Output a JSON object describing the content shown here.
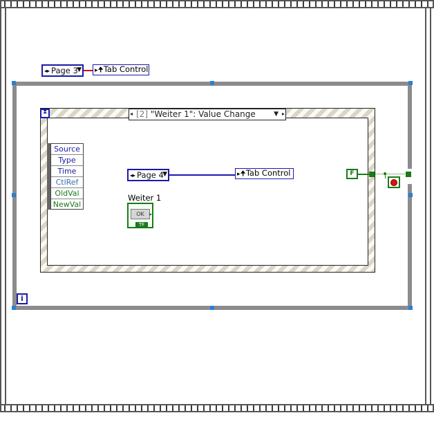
{
  "sequence_frame": {},
  "while_loop": {
    "iteration_label": "i"
  },
  "event_structure": {
    "selector": {
      "index": "[2]",
      "label": "\"Weiter 1\": Value Change"
    },
    "event_data": [
      "Source",
      "Type",
      "Time",
      "CtlRef",
      "OldVal",
      "NewVal"
    ]
  },
  "outside_ring": {
    "label": "Page 3"
  },
  "outside_ref": {
    "label": "Tab Control"
  },
  "inner_ring": {
    "label": "Page 4"
  },
  "inner_ref": {
    "label": "Tab Control"
  },
  "button": {
    "label": "Weiter 1",
    "face": "OK",
    "terminal_type": "TF"
  },
  "bool_constant": {
    "label": "F"
  },
  "colors": {
    "blue_wire": "#1a1aa8",
    "red_wire": "#cc1111",
    "boolean_green": "#1a7a1a",
    "stop_red": "#e01010"
  }
}
